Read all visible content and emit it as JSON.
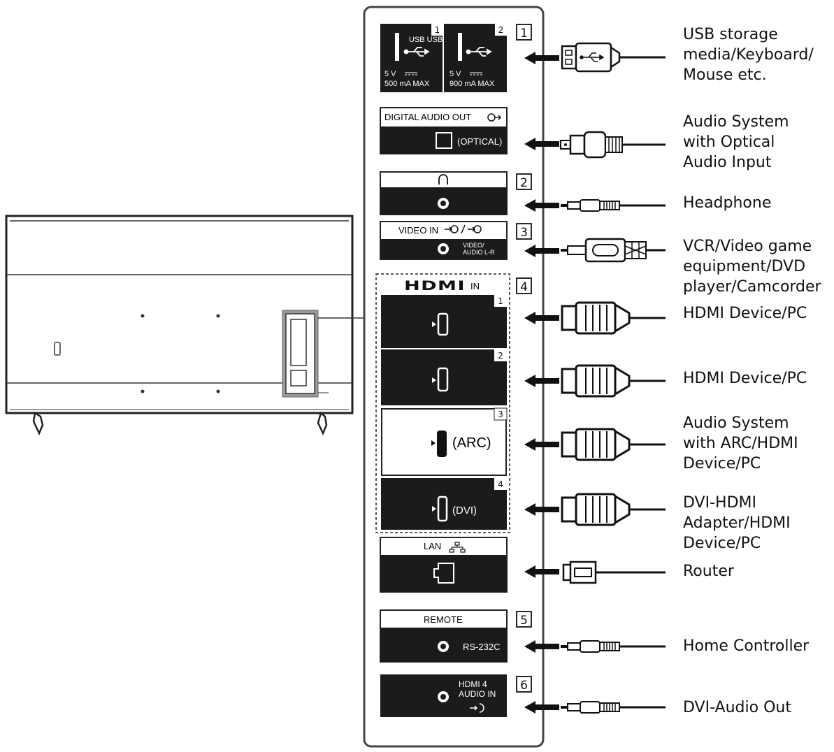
{
  "ports": {
    "usb": {
      "label_top": "USB USB",
      "port1_num": "1",
      "port2_num": "2",
      "port1_rating_v": "5 V",
      "port1_rating_a": "500 mA MAX",
      "port2_rating_v": "5 V",
      "port2_rating_a": "900 mA MAX"
    },
    "digital_audio": {
      "label": "DIGITAL AUDIO OUT",
      "sub": "(OPTICAL)"
    },
    "video_in": {
      "label": "VIDEO IN",
      "sub1": "VIDEO/",
      "sub2": "AUDIO L-R"
    },
    "hdmi": {
      "logo": "HDMI",
      "in_label": "IN",
      "ports": [
        {
          "num": "1",
          "tag": ""
        },
        {
          "num": "2",
          "tag": ""
        },
        {
          "num": "3",
          "tag": "(ARC)"
        },
        {
          "num": "4",
          "tag": "(DVI)"
        }
      ]
    },
    "lan": {
      "label": "LAN"
    },
    "remote": {
      "label": "REMOTE",
      "sub": "RS-232C"
    },
    "hdmi4_audio": {
      "line1": "HDMI 4",
      "line2": "AUDIO IN"
    }
  },
  "badges": [
    "1",
    "2",
    "3",
    "4",
    "5",
    "6"
  ],
  "devices": {
    "usb": [
      "USB storage",
      "media/Keyboard/",
      "Mouse etc."
    ],
    "optical": [
      "Audio System",
      "with Optical",
      "Audio Input"
    ],
    "headphone": [
      "Headphone"
    ],
    "vcr": [
      "VCR/Video game",
      "equipment/DVD",
      "player/Camcorder"
    ],
    "hdmi1": [
      "HDMI Device/PC"
    ],
    "hdmi2": [
      "HDMI Device/PC"
    ],
    "hdmi3": [
      "Audio System",
      "with ARC/HDMI",
      "Device/PC"
    ],
    "hdmi4": [
      "DVI-HDMI",
      "Adapter/HDMI",
      "Device/PC"
    ],
    "router": [
      "Router"
    ],
    "home": [
      "Home Controller"
    ],
    "dvi_audio": [
      "DVI-Audio Out"
    ]
  },
  "colors": {
    "line": "#222222",
    "panel": "#1b1b1b",
    "highlight": "#999999"
  }
}
